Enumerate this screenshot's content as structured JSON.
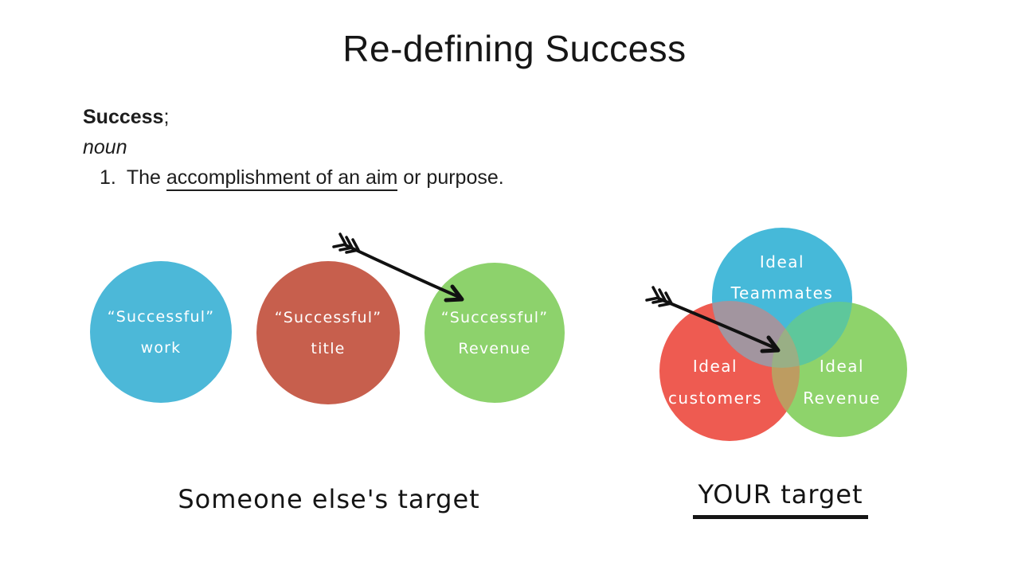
{
  "slide": {
    "title": "Re-defining Success"
  },
  "definition": {
    "word": "Success",
    "semicolon": ";",
    "part_of_speech": "noun",
    "list_number": "1.",
    "sentence_prefix": "The ",
    "sentence_underlined": "accomplishment of an aim",
    "sentence_suffix": " or purpose."
  },
  "someone_diagram": {
    "caption": "Someone else's target",
    "circles": [
      {
        "id": "work",
        "line1": "“Successful”",
        "line2": "work",
        "color": "#4cb8d8"
      },
      {
        "id": "title",
        "line1": "“Successful”",
        "line2": "title",
        "color": "#c75f4d"
      },
      {
        "id": "revenue",
        "line1": "“Successful”",
        "line2": "Revenue",
        "color": "#8dd26c"
      }
    ]
  },
  "your_diagram": {
    "caption": "YOUR target",
    "circles": [
      {
        "id": "teammates",
        "line1": "Ideal",
        "line2": "Teammates",
        "color": "#46b9d9"
      },
      {
        "id": "customers",
        "line1": "Ideal",
        "line2": "customers",
        "color": "#ee5b51"
      },
      {
        "id": "revenue",
        "line1": "Ideal",
        "line2": "Revenue",
        "color": "#8ed36b"
      }
    ],
    "overlap_colors": {
      "teammates_customers": "#a2959f",
      "teammates_revenue": "#5ec79b",
      "customers_revenue": "#bd9c61",
      "center": "#99af85"
    }
  },
  "colors": {
    "background": "#ffffff",
    "text": "#1d1d1d",
    "arrow": "#111111",
    "circle_label": "#ffffff"
  }
}
